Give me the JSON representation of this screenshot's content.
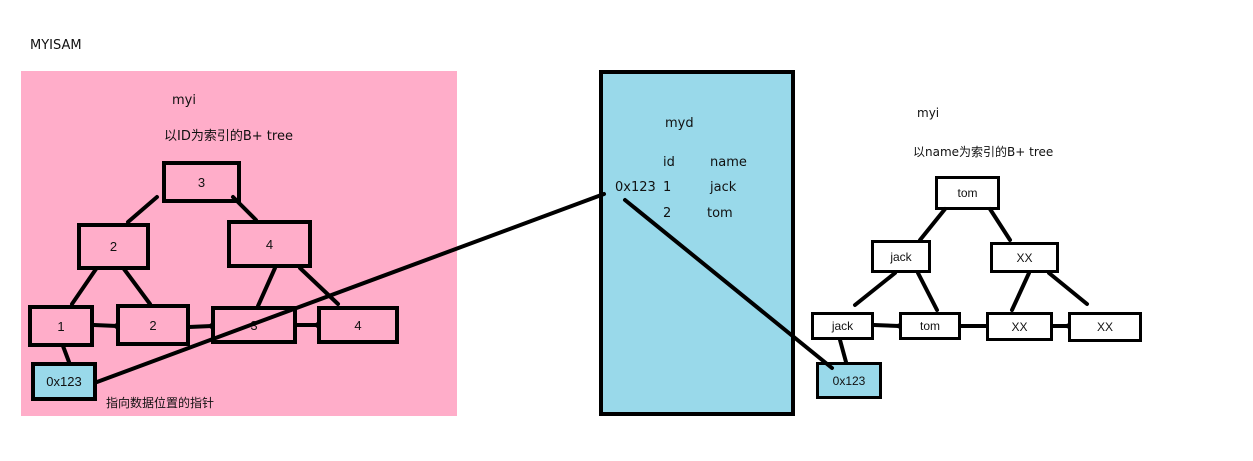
{
  "page_title": "MYISAM",
  "left_index": {
    "file_label": "myi",
    "caption": "以ID为索引的B+ tree",
    "nodes": {
      "root": "3",
      "mid_left": "2",
      "mid_right": "4",
      "leaf_1": "1",
      "leaf_2": "2",
      "leaf_3": "3",
      "leaf_4": "4"
    },
    "pointer": "0x123",
    "pointer_note": "指向数据位置的指针"
  },
  "data_file": {
    "file_label": "myd",
    "columns": [
      "id",
      "name"
    ],
    "rows": [
      {
        "addr": "0x123",
        "id": "1",
        "name": "jack"
      },
      {
        "addr": "",
        "id": "2",
        "name": "tom"
      }
    ]
  },
  "right_index": {
    "file_label": "myi",
    "caption": "以name为索引的B+ tree",
    "nodes": {
      "root": "tom",
      "mid_left": "jack",
      "mid_right": "XX",
      "leaf_1": "jack",
      "leaf_2": "tom",
      "leaf_3": "XX",
      "leaf_4": "XX"
    },
    "pointer": "0x123"
  },
  "colors": {
    "panel_pink": "#ffadc9",
    "data_blue": "#99d9ea",
    "line": "#000000"
  }
}
